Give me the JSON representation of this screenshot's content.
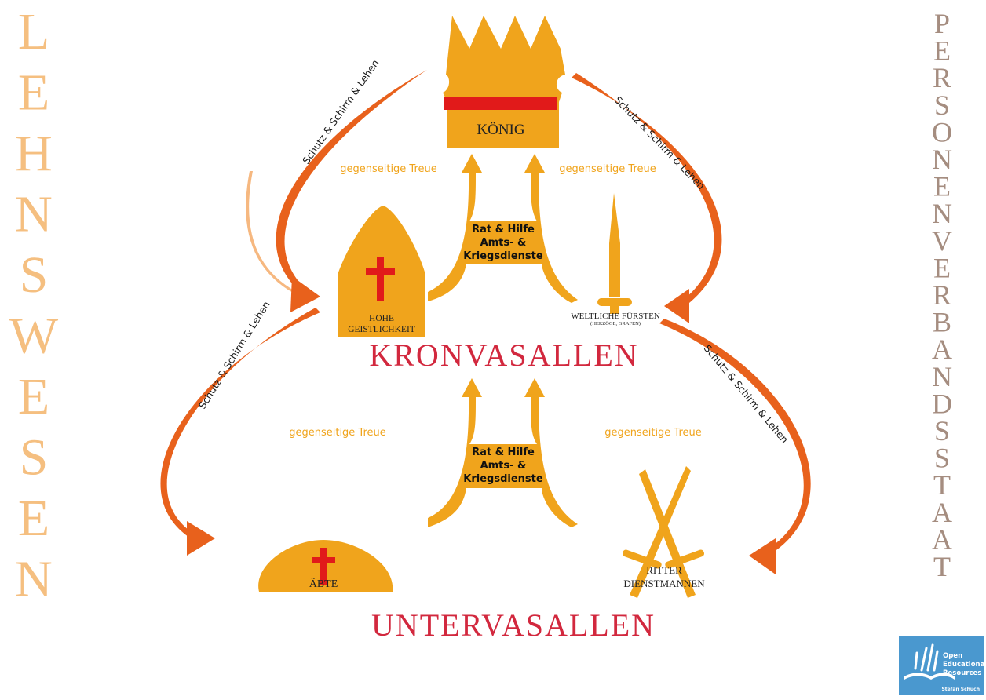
{
  "side_left": "LEHNSWESEN",
  "side_right": "PERSONENVERBANDSSTAAT",
  "nodes": {
    "koenig": "KÖNIG",
    "hohe_geistlichkeit_1": "HOHE",
    "hohe_geistlichkeit_2": "GEISTLICHKEIT",
    "weltliche_fuersten": "WELTLICHE FÜRSTEN",
    "weltliche_fuersten_sub": "(HERZÖGE, GRAFEN)",
    "aebte": "ÄBTE",
    "ritter_1": "RITTER",
    "ritter_2": "DIENSTMANNEN"
  },
  "groups": {
    "kronvasallen": "KRONVASALLEN",
    "untervasallen": "UNTERVASALLEN"
  },
  "arcs": {
    "top_left": "Schutz & Schirm & Lehen",
    "top_right": "Schutz & Schirm & Lehen",
    "bottom_left": "Schutz & Schirm & Lehen",
    "bottom_right": "Schutz & Schirm & Lehen"
  },
  "treue": {
    "top_left": "gegenseitige Treue",
    "top_right": "gegenseitige Treue",
    "bottom_left": "gegenseitige Treue",
    "bottom_right": "gegenseitige Treue"
  },
  "duties_top": {
    "line1": "Rat & Hilfe",
    "line2": "Amts- &",
    "line3": "Kriegsdienste"
  },
  "duties_bottom": {
    "line1": "Rat & Hilfe",
    "line2": "Amts- &",
    "line3": "Kriegsdienste"
  },
  "badge": {
    "line1": "Open",
    "line2": "Educational",
    "line3": "Resources",
    "author": "Stefan Schuch"
  },
  "colors": {
    "gold": "#f0a41c",
    "orange_arrow": "#e8611c",
    "red": "#d2283e",
    "cross_red": "#e11a1a",
    "badge_blue": "#4a98cf"
  }
}
